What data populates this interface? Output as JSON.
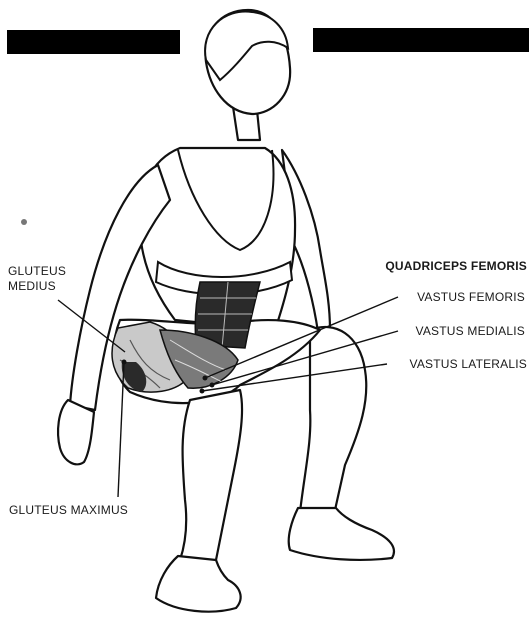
{
  "diagram": {
    "labels": {
      "gluteus_medius": [
        "GLUTEUS",
        "MEDIUS"
      ],
      "quadriceps_header": "QUADRICEPS FEMORIS",
      "vastus_femoris": "VASTUS FEMORIS",
      "vastus_medialis": "VASTUS MEDIALIS",
      "vastus_lateralis": "VASTUS LATERALIS",
      "gluteus_maximus": "GLUTEUS MAXIMUS"
    },
    "colors": {
      "ink": "#111111",
      "muscle_dark": "#2a2a2a",
      "muscle_mid": "#7a7a7a",
      "muscle_light": "#c9c9c9",
      "bars": "#000000"
    }
  }
}
